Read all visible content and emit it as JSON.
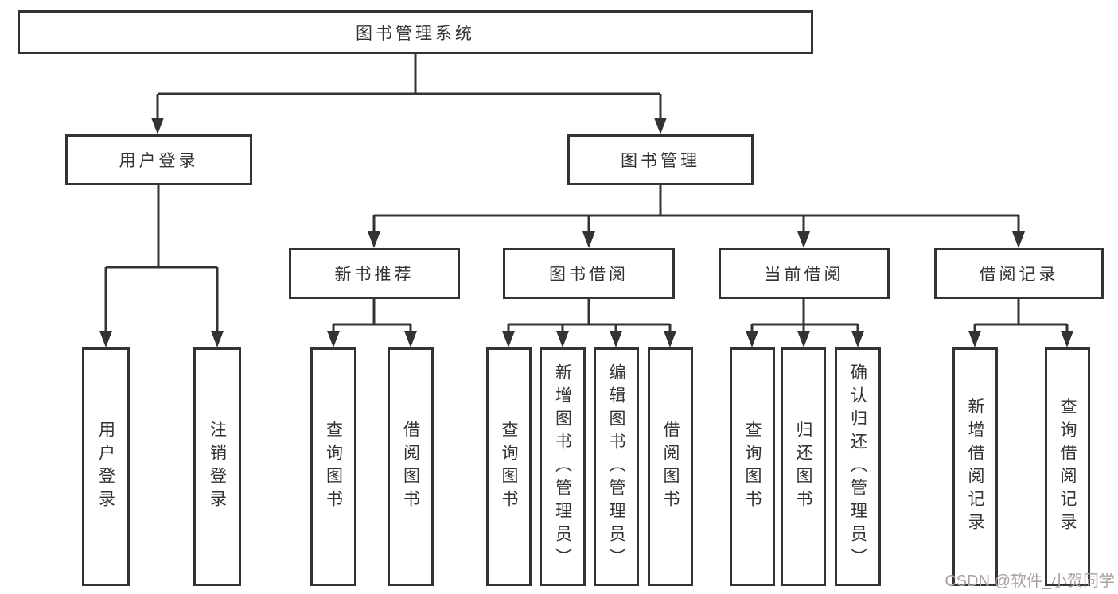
{
  "diagram": {
    "title_node": "图书管理系统",
    "colors": {
      "line": "#333333",
      "text": "#333333",
      "background": "#ffffff",
      "watermark": "#aba0a0"
    },
    "nodes": {
      "root": "图书管理系统",
      "user_login": "用户登录",
      "book_management": "图书管理",
      "new_book_recommend": "新书推荐",
      "book_borrowing": "图书借阅",
      "current_borrowing": "当前借阅",
      "borrowing_records": "借阅记录",
      "leaves": {
        "user_login_leaf": "用户登录",
        "logout": "注销登录",
        "recommend_query": "查询图书",
        "recommend_borrow": "借阅图书",
        "borrowing_query": "查询图书",
        "borrowing_add": "新增图书（管理员）",
        "borrowing_edit": "编辑图书（管理员）",
        "borrowing_borrow": "借阅图书",
        "current_query": "查询图书",
        "current_return": "归还图书",
        "current_confirm": "确认归还（管理员）",
        "records_add": "新增借阅记录",
        "records_query": "查询借阅记录"
      }
    },
    "watermark": "CSDN @软件_小贺同学"
  }
}
